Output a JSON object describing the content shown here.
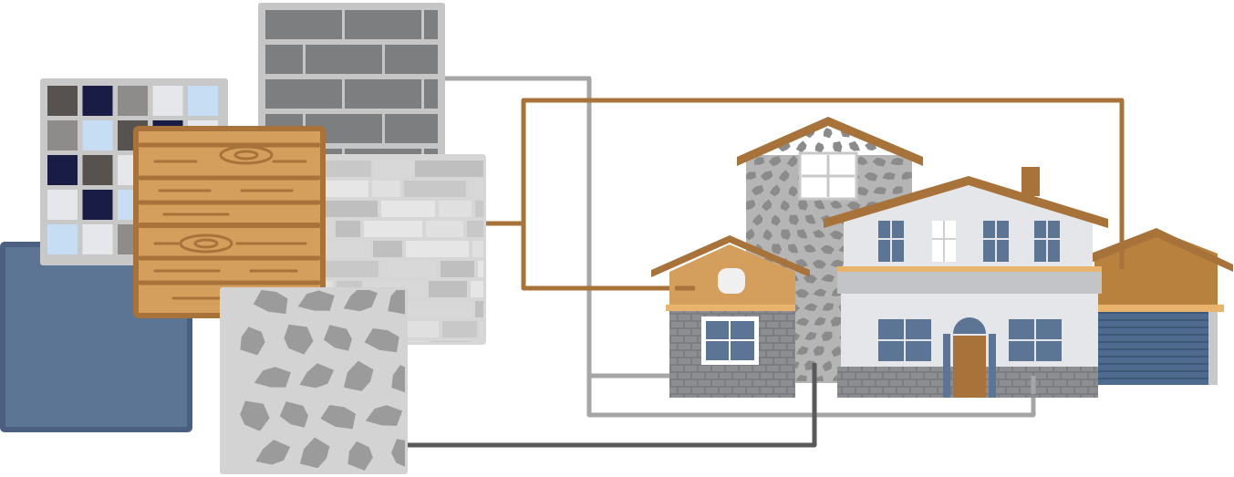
{
  "colors": {
    "wood": "#a8733a",
    "wood_light": "#d49e5c",
    "stone": "#b5b5b5",
    "stone_dark": "#8b8b8b",
    "brick_dark": "#7c7d80",
    "slate_blue": "#5d7594",
    "connector_gray": "#a6a6a6",
    "connector_dark": "#58595b",
    "connector_wood": "#a8733a",
    "siding": "#e5e6e9",
    "window": "#5d7594",
    "garage_door": "#4e6a8c"
  },
  "swatches": [
    {
      "name": "blue-siding-swatch"
    },
    {
      "name": "mosaic-tile-swatch"
    },
    {
      "name": "gray-brick-swatch"
    },
    {
      "name": "stacked-stone-swatch"
    },
    {
      "name": "wood-plank-swatch"
    },
    {
      "name": "flagstone-swatch"
    }
  ],
  "house": {
    "parts": [
      "stone-tower",
      "main-house",
      "left-wing",
      "garage"
    ]
  }
}
